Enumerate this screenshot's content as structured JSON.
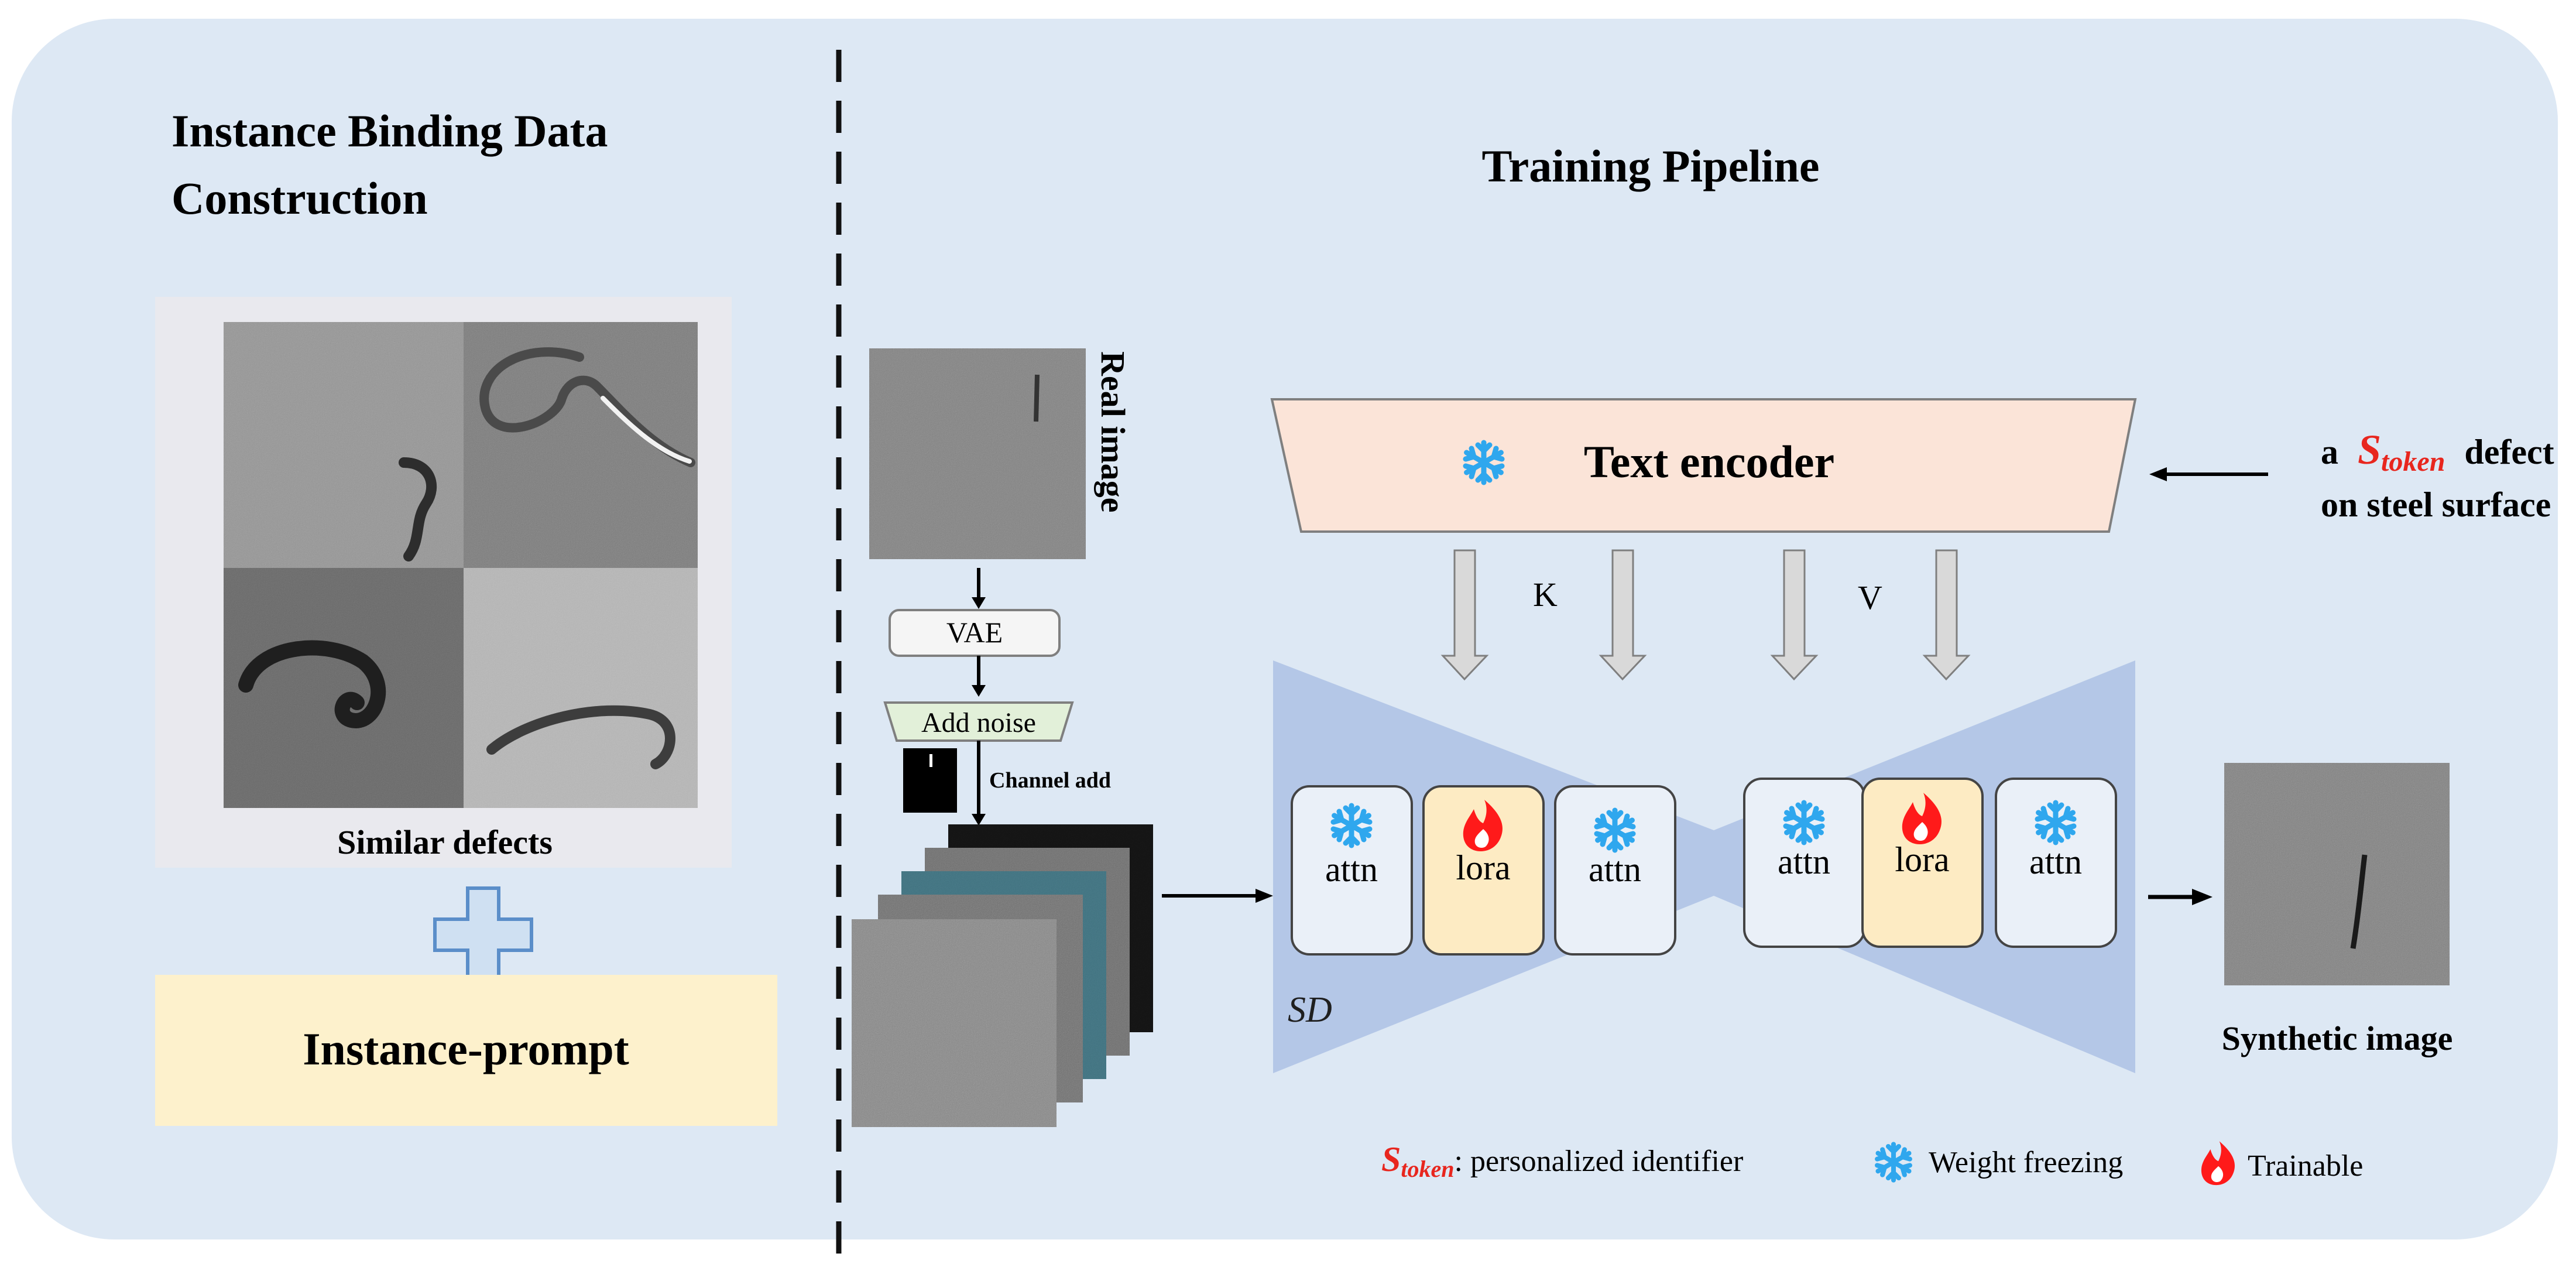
{
  "left_panel": {
    "title_line1": "Instance Binding Data",
    "title_line2": "Construction",
    "similar_caption": "Similar defects",
    "prompt_label": "Instance-prompt"
  },
  "right_panel": {
    "title": "Training Pipeline",
    "real_image_label": "Real image",
    "vae_label": "VAE",
    "add_noise_label": "Add noise",
    "channel_add_label": "Channel add",
    "text_encoder_label": "Text encoder",
    "prompt_pre": "a",
    "token_main": "S",
    "token_sub": "token",
    "prompt_post": "defect",
    "prompt_line2": "on steel surface",
    "k_label": "K",
    "v_label": "V",
    "sd_label": "SD",
    "blocks": [
      "attn",
      "lora",
      "attn",
      "attn",
      "lora",
      "attn"
    ],
    "synthetic_label": "Synthetic image",
    "legend": {
      "token_main": "S",
      "token_sub": "token",
      "token_desc": ": personalized identifier",
      "freeze": "Weight freezing",
      "trainable": "Trainable"
    }
  },
  "icons": {
    "freeze": "snowflake-icon",
    "trainable": "flame-icon",
    "plus": "plus-icon"
  },
  "colors": {
    "panel_bg": "#dde8f4",
    "prompt_box": "#fdf1cc",
    "encoder_fill": "#fbe4d8",
    "unet_fill": "#b4c7e7",
    "attn_fill": "#eaf0f8",
    "lora_fill": "#fdebc3",
    "noise_fill": "#e2f0d9",
    "snowflake": "#2fa7ee",
    "flame": "#ff1a1a",
    "token_red": "#e8261e",
    "plus_fill": "#cfe0f2",
    "plus_stroke": "#5b8ec9",
    "arrow_fill": "#d9d9d9"
  }
}
